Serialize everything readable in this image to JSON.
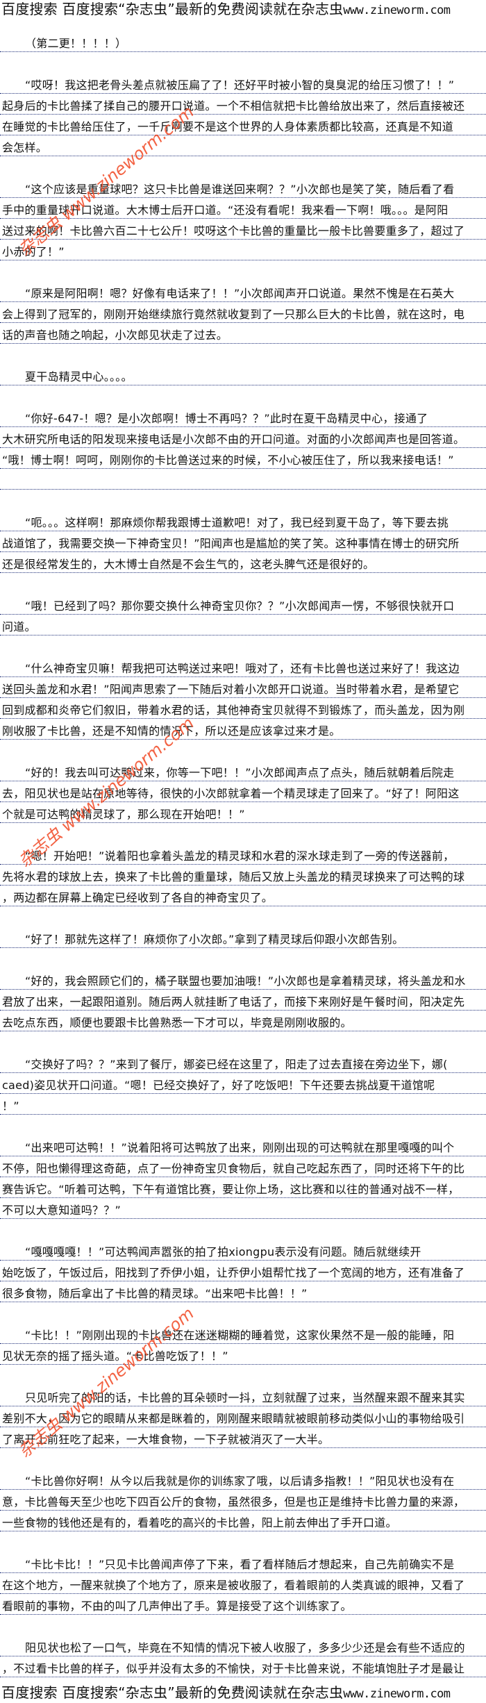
{
  "banner": {
    "prefix": "百度搜索 百度搜索“杂志虫”最新的免费阅读就在杂志虫",
    "url": "www.zineworm.com"
  },
  "watermark": "杂志虫 www.zineworm.com",
  "paragraphs": [
    {
      "indent": true,
      "lines": [
        "（第二更！！！！）"
      ]
    },
    {
      "indent": true,
      "lines": [
        "“哎呀！我这把老骨头差点就被压扁了了！还好平时被小智的臭臭泥的给压习惯了！！”",
        "起身后的卡比兽揉了揉自己的腰开口说道。一个不相信就把卡比兽给放出来了，然后直接被还",
        "在睡觉的卡比兽给压住了，一千斤啊要不是这个世界的人身体素质都比较高，还真是不知道",
        "会怎样。"
      ]
    },
    {
      "indent": true,
      "lines": [
        "“这个应该是重量球吧？这只卡比兽是谁送回来啊？？”小次郎也是笑了笑，随后看了看",
        "手中的重量球开口说道。大木博士后开口道。“还没有看呢！我来看一下啊！哦。。。是阿阳",
        "送过来的啊！卡比兽六百二十七公斤！哎呀这个卡比兽的重量比一般卡比兽要重多了，超过了",
        "小赤的了！”"
      ]
    },
    {
      "indent": true,
      "lines": [
        "“原来是阿阳啊！嗯？好像有电话来了！！”小次郎闻声开口说道。果然不愧是在石英大",
        "会上得到了冠军的，刚刚开始继续旅行竟然就收复到了一只那么巨大的卡比兽，就在这时，电",
        "话的声音也随之响起，小次郎见状走了过去。"
      ]
    },
    {
      "indent": true,
      "lines": [
        "夏干岛精灵中心。。。。"
      ]
    },
    {
      "indent": true,
      "lines": [
        "“你好-647-！嗯？是小次郎啊！博士不再吗？？”此时在夏干岛精灵中心，接通了",
        "大木研究所电话的阳发现来接电话是小次郎不由的开口问道。对面的小次郎闻声也是回答道。",
        "“哦！博士啊！呵呵，刚刚你的卡比兽送过来的时候，不小心被压住了，所以我来接电话！”",
        ""
      ]
    },
    {
      "indent": true,
      "lines": [
        "“呃。。。这样啊！那麻烦你帮我跟博士道歉吧！对了，我已经到夏干岛了，等下要去挑",
        "战道馆了，我需要交换一下神奇宝贝！”阳闻声也是尴尬的笑了笑。这种事情在博士的研究所",
        "还是很经常发生的，大木博士自然是不会生气的，这老头脾气还是很好的。"
      ]
    },
    {
      "indent": true,
      "lines": [
        "“哦！已经到了吗？那你要交换什么神奇宝贝你？？”小次郎闻声一愣，不够很快就开口",
        "问道。"
      ]
    },
    {
      "indent": true,
      "lines": [
        "“什么神奇宝贝嘛！帮我把可达鸭送过来吧！哦对了，还有卡比兽也送过来好了！我这边",
        "送回头盖龙和水君！”阳闻声思索了一下随后对着小次郎开口说道。当时带着水君，是希望它",
        "回到成都和炎帝它们叙旧，带着水君的话，其他神奇宝贝就得不到锻炼了，而头盖龙，因为刚",
        "刚收服了卡比兽，还是不知情的情况下，所以还是应该拿过来才是。"
      ]
    },
    {
      "indent": true,
      "lines": [
        "“好的！我去叫可达鸭过来，你等一下吧！！”小次郎闻声点了点头，随后就朝着后院走",
        "去，阳见状也是站在原地等待，很快的小次郎就拿着一个精灵球走了回来了。“好了！阿阳这",
        "个就是可达鸭的精灵球了，那么现在开始吧！！”"
      ]
    },
    {
      "indent": true,
      "lines": [
        "“嗯！开始吧！”说着阳也拿着头盖龙的精灵球和水君的深水球走到了一旁的传送器前，",
        "先将水君的球放上去，换来了卡比兽的重量球，随后又放上头盖龙的精灵球换来了可达鸭的球",
        "，两边都在屏幕上确定已经收到了各自的神奇宝贝了。"
      ]
    },
    {
      "indent": true,
      "lines": [
        "“好了！那就先这样了！麻烦你了小次郎。”拿到了精灵球后仰跟小次郎告别。"
      ]
    },
    {
      "indent": true,
      "lines": [
        "“好的，我会照顾它们的，橘子联盟也要加油哦！”小次郎也是拿着精灵球，将头盖龙和水",
        "君放了出来，一起跟阳道别。随后两人就挂断了电话了，而接下来刚好是午餐时间，阳决定先",
        "去吃点东西，顺便也要跟卡比兽熟悉一下才可以，毕竟是刚刚收服的。"
      ]
    },
    {
      "indent": true,
      "lines": [
        "“交换好了吗？？”来到了餐厅，娜姿已经在这里了，阳走了过去直接在旁边坐下，娜(",
        "caed)姿见状开口问道。“嗯！已经交换好了，好了吃饭吧！下午还要去挑战夏干道馆呢",
        "！”"
      ]
    },
    {
      "indent": true,
      "lines": [
        "“出来吧可达鸭！！”说着阳将可达鸭放了出来，刚刚出现的可达鸭就在那里嘎嘎的叫个",
        "不停，阳也懒得理这奇葩，点了一份神奇宝贝食物后，就自己吃起东西了，同时还将下午的比",
        "赛告诉它。“听着可达鸭，下午有道馆比赛，要让你上场，这比赛和以往的普通对战不一样，",
        "不可以大意知道吗？？”"
      ]
    },
    {
      "indent": true,
      "lines": [
        "“嘎嘎嘎嘎！！”可达鸭闻声嚣张的拍了拍xiongpu表示没有问题。随后就继续开",
        "始吃饭了，午饭过后，阳找到了乔伊小姐，让乔伊小姐帮忙找了一个宽阔的地方，还有准备了",
        "很多食物，随后拿出了卡比兽的精灵球。“出来吧卡比兽！！”"
      ]
    },
    {
      "indent": true,
      "lines": [
        "“卡比！！”刚刚出现的卡比兽还在迷迷糊糊的睡着觉，这家伙果然不是一般的能睡，阳",
        "见状无奈的摇了摇头道。“卡比兽吃饭了！！”"
      ]
    },
    {
      "indent": true,
      "lines": [
        "只见听完了的阳的话，卡比兽的耳朵顿时一抖，立刻就醒了过来，当然醒来跟不醒来其实",
        "差别不大，因为它的眼睛从来都是眯着的，刚刚醒来眼睛就被眼前移动类似小山的事物给吸引",
        "了离开上前狂吃了起来，一大堆食物，一下子就被消灭了一大半。"
      ]
    },
    {
      "indent": true,
      "lines": [
        "“卡比兽你好啊！从今以后我就是你的训练家了哦，以后请多指教！！”阳见状也没有在",
        "意，卡比兽每天至少也吃下四百公斤的食物，虽然很多，但是也正是维持卡比兽力量的来源，",
        "一些食物的钱他还是有的，看着吃的高兴的卡比兽，阳上前去伸出了手开口道。"
      ]
    },
    {
      "indent": true,
      "lines": [
        "“卡比卡比！！”只见卡比兽闻声停了下来，看了看样随后才想起来，自己先前确实不是",
        "在这个地方，一醒来就换了个地方了，原来是被收服了，看着眼前的人类真诚的眼神，又看了",
        "看眼前的事物，不由的叫了几声伸出了手。算是接受了这个训练家了。"
      ]
    },
    {
      "indent": true,
      "lines": [
        "阳见状也松了一口气，毕竟在不知情的情况下被人收服了，多多少少还是会有些不适应的",
        "，不过看卡比兽的样子，似乎并没有太多的不愉快，对于卡比兽来说，不能填饱肚子才是最让"
      ]
    }
  ]
}
